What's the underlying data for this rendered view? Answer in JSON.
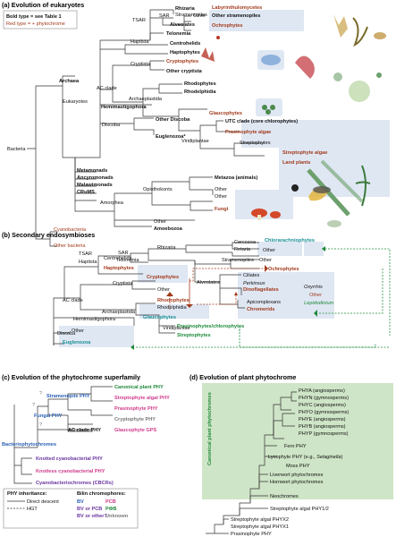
{
  "panel_a": {
    "title": "(a) Evolution of eukaryotes",
    "legend_bold": "Bold type = see Table 1",
    "legend_red": "Red type = + phytochrome",
    "labels": {
      "rhizaria": "Rhizaria",
      "sar": "SAR",
      "stramenopiles": "Stramenopiles",
      "other1": "Other",
      "labyrinthulomycetes": "Labyrinthulomycetes",
      "other_strameno": "Other stramenopiles",
      "alveolates": "Alveolates",
      "ochrophytes": "Ochrophytes",
      "tsar": "TSAR",
      "telonemia": "Telonemia",
      "haptista": "Haptista",
      "centrohelids": "Centrohelids",
      "haptophytes": "Haptophytes",
      "cryptista": "Cryptista",
      "cryptophytes": "Cryptophytes",
      "other_cryptista": "Other cryptista",
      "ac_clade": "AC clade",
      "rhodophytes": "Rhodophytes",
      "rhodelphidia": "Rhodelphidia",
      "archaeplastida": "Archaeplastida",
      "glaucophytes": "Glaucophytes",
      "utc": "UTC clade (core chlorophytes)",
      "prasinophyte": "Prasinophyte algae",
      "viridiplantae": "Viridiplantae",
      "hemimastigophora": "Hemimastigophora",
      "archaea": "Archaea",
      "discoba": "Discoba",
      "other_discoba": "Other Discoba",
      "euglenozoa": "Euglenozoa*",
      "eukaryotes": "Eukaryotes",
      "streptophytes": "Streptophytes",
      "streptophyte_algae": "Streptophyte algae",
      "land_plants": "Land plants",
      "metamonads": "Metamonads",
      "ancyromonads": "Ancyromonads",
      "malawimonads": "Malawimonads",
      "crums": "CRuMS",
      "bacteria": "Bacteria",
      "cyanobacteria": "Cyanobacteria",
      "other_bacteria": "Other bacteria",
      "amorphea": "Amorphea",
      "opisthokonts": "Opisthokonts",
      "metazoa": "Metazoa (animals)",
      "other2": "Other",
      "other3": "Other",
      "fungi": "Fungi",
      "other4": "Other",
      "amoebozoa": "Amoebozoa"
    }
  },
  "panel_b": {
    "title": "(b) Secondary endosymbioses",
    "labels": {
      "rhizaria": "Rhizaria",
      "cercozoa": "Cercozoa",
      "retaria": "Retaria",
      "chlorarachniophytes": "Chlorarachniophytes",
      "other1": "Other",
      "tsar": "TSAR",
      "sar": "SAR",
      "telonemia": "Telonemia",
      "stramenopiles": "Stramenopiles",
      "other2": "Other",
      "ochrophytes": "Ochrophytes",
      "haptista": "Haptista",
      "centrohelids": "Centrohelids",
      "haptophytes": "Haptophytes",
      "alveolates": "Alveolates",
      "ciliates": "Ciliates",
      "perkinsus": "Perkinsus",
      "dinoflagellates": "Dinoflagellates",
      "oxyrrhis": "Oxyrrhis",
      "other_dino": "Other",
      "lepidodinium": "Lepidodinium",
      "cryptista": "Cryptista",
      "cryptophytes": "Cryptophytes",
      "other3": "Other",
      "apicomplexans": "Apicomplexans",
      "chromerids": "Chromerids",
      "ac_clade": "AC clade",
      "rhodophytes": "Rhodophytes",
      "rhodelphidia": "Rhodelphidia",
      "archaeplastida": "Archaeplastida",
      "glaucophytes": "Glaucophytes",
      "hemimastigophora": "Hemimastigophora",
      "viridiplantae": "Viridiplantae",
      "prasino_chloro": "Prasinophytes/chlorophytes",
      "streptophytes": "Streptophytes",
      "discoba": "Discoba",
      "other4": "Other",
      "euglenozoa": "Euglenozoa"
    }
  },
  "panel_c": {
    "title": "(c) Evolution of the phytochrome superfamily",
    "labels": {
      "stramenopile": "Stramenopile PHY",
      "fungal": "Fungal PHY",
      "ac_clade": "AC clade PHY",
      "bacteriophytochromes": "Bacteriophytochromes",
      "canonical": "Canonical plant PHY",
      "streptophyte_algal": "Streptophyte algal PHY",
      "prasinophyte": "Prasinophyte PHY",
      "cryptophyte": "Cryptophyte PHY",
      "glaucophyte": "Glaucophyte GPS",
      "knotted": "Knotted cyanobacterial PHY",
      "knotless": "Knotless cyanobacterial PHY",
      "cbcrs": "Cyanobacteriochromes (CBCRs)",
      "q1": "?",
      "q2": "?",
      "q3": "?"
    },
    "legend": {
      "inheritance_title": "PHY inheritance:",
      "bilin_title": "Bilin chromophores:",
      "direct": "Direct descent",
      "hgt": "HGT",
      "bv": "BV",
      "pcb": "PCB",
      "bv_or_pcb": "BV or PCB",
      "pphib": "PΦB",
      "bv_or_other": "BV or other?",
      "unknown": "Unknown"
    }
  },
  "panel_d": {
    "title": "(d) Evolution of plant phytochrome",
    "box_label": "Canonical plant phytochromes",
    "labels": {
      "phya_ang": "PHYA (angiosperms)",
      "phyn": "PHYN (gymnosperms)",
      "phyc": "PHYC (angiosperms)",
      "phyo": "PHYO (gymnosperms)",
      "phye": "PHYE (angiosperms)",
      "phyb": "PHYB (angiosperms)",
      "phyp": "PHYP (gymnosperms)",
      "fern": "Fern PHY",
      "lycophyte": "Lycophyte PHY (e.g., ",
      "selaginella": "Selaginella",
      "lyc_close": ")",
      "moss": "Moss PHY",
      "liverwort": "Liverwort phytochromes",
      "hornwort": "Hornwort phytochromes",
      "neochromes": "Neochromes",
      "strep_phy12": "Streptophyte algal PHY1/2",
      "strep_x2": "Streptophyte algal PHYX2",
      "strep_x1": "Streptophyte algal PHYX1",
      "prasino": "Prasinophyte PHY"
    }
  }
}
